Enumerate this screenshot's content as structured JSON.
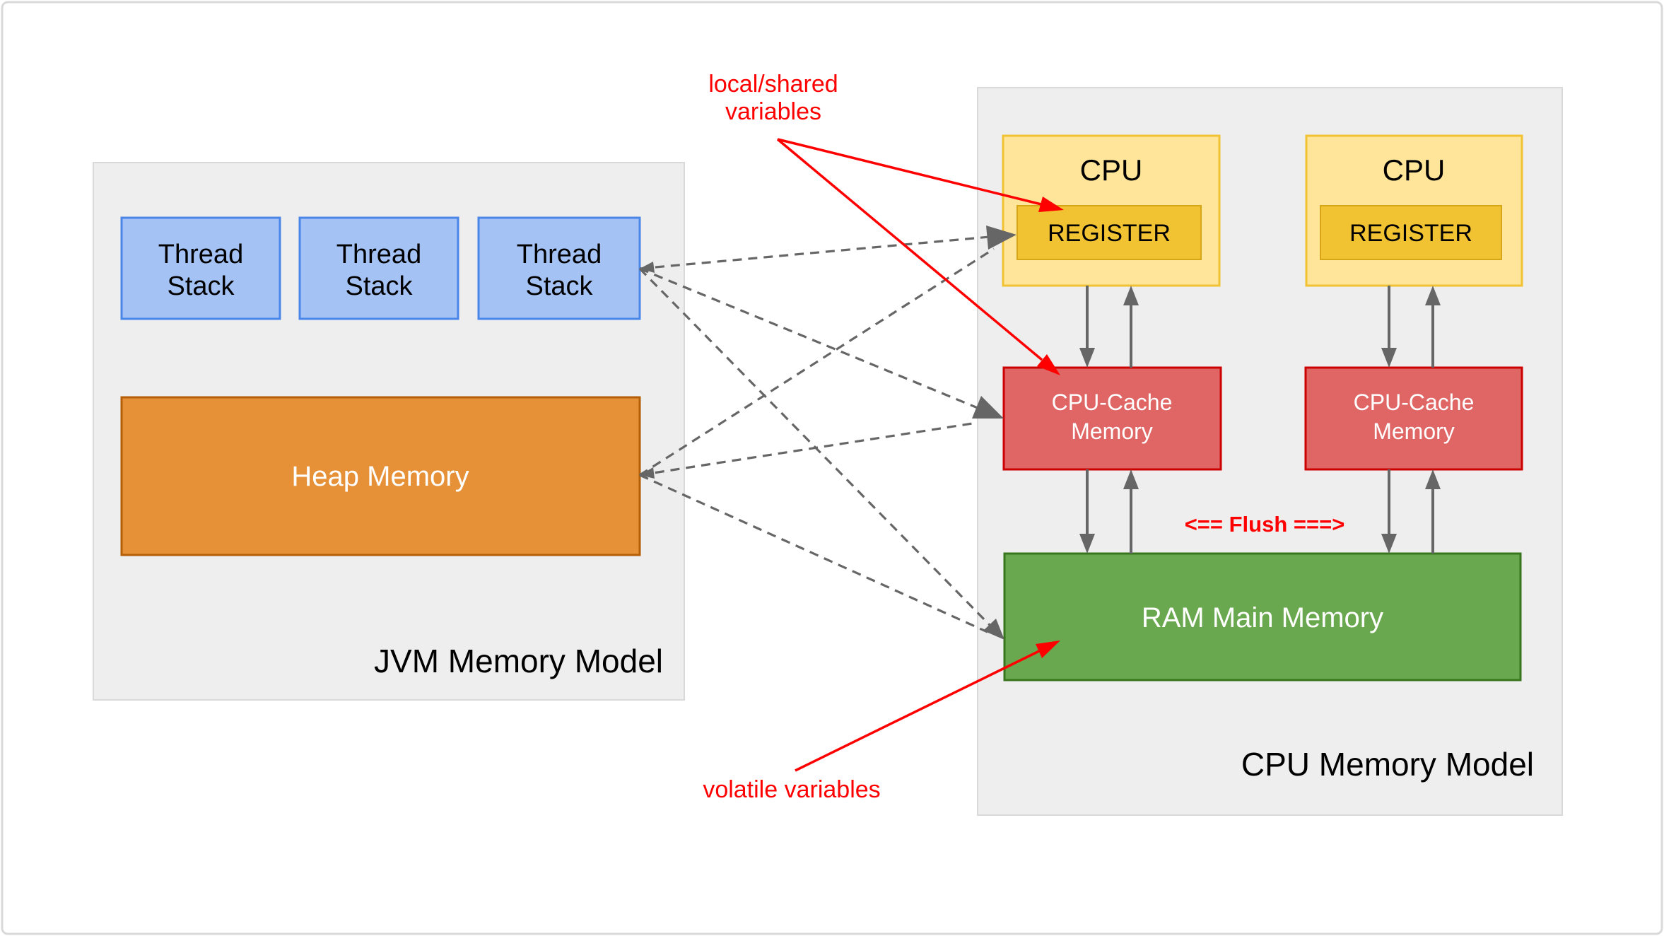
{
  "colors": {
    "page_bg": "#ffffff",
    "page_border": "#d9d9d9",
    "panel_fill": "#eeeeee",
    "panel_border": "#d9d9d9",
    "thread_fill": "#a4c2f4",
    "thread_border": "#4a86e8",
    "heap_fill": "#e69138",
    "heap_border": "#b45f06",
    "cpu_fill": "#ffe599",
    "cpu_border": "#f1c232",
    "register_fill": "#f1c232",
    "register_border": "#d6a518",
    "cache_fill": "#e06666",
    "cache_border": "#cc0000",
    "ram_fill": "#6aa84f",
    "ram_border": "#38761d",
    "arrow_gray": "#666666",
    "annotation_red": "#ff0000",
    "text_black": "#000000",
    "text_white": "#ffffff"
  },
  "jvm_panel": {
    "label": "JVM Memory Model",
    "thread_stacks": [
      {
        "line1": "Thread",
        "line2": "Stack"
      },
      {
        "line1": "Thread",
        "line2": "Stack"
      },
      {
        "line1": "Thread",
        "line2": "Stack"
      }
    ],
    "heap": {
      "label": "Heap Memory"
    }
  },
  "cpu_panel": {
    "label": "CPU Memory Model",
    "cpus": [
      {
        "label": "CPU",
        "register_label": "REGISTER"
      },
      {
        "label": "CPU",
        "register_label": "REGISTER"
      }
    ],
    "caches": [
      {
        "line1": "CPU-Cache",
        "line2": "Memory"
      },
      {
        "line1": "CPU-Cache",
        "line2": "Memory"
      }
    ],
    "ram": {
      "label": "RAM Main Memory"
    },
    "flush_label": "<== Flush ===>"
  },
  "annotations": {
    "local_shared": {
      "line1": "local/shared",
      "line2": "variables"
    },
    "volatile_label": "volatile variables"
  }
}
